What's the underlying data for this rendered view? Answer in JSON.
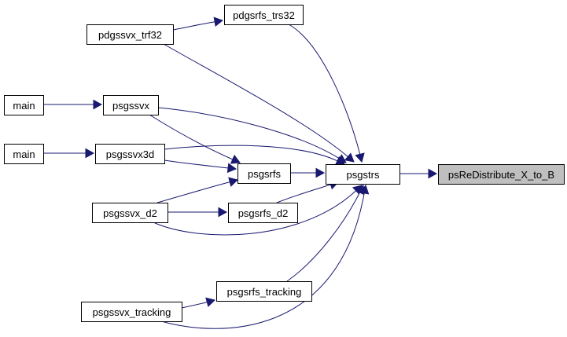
{
  "graph": {
    "edge_color": "#191970",
    "highlight_fill": "#bfbfbf",
    "nodes": [
      {
        "id": "psReDistribute_X_to_B",
        "label": "psReDistribute_X_to_B",
        "highlight": true
      },
      {
        "id": "psgstrs",
        "label": "psgstrs"
      },
      {
        "id": "pdgsrfs_trs32",
        "label": "pdgsrfs_trs32"
      },
      {
        "id": "pdgssvx_trf32",
        "label": "pdgssvx_trf32"
      },
      {
        "id": "psgssvx",
        "label": "psgssvx"
      },
      {
        "id": "main1",
        "label": "main"
      },
      {
        "id": "psgssvx3d",
        "label": "psgssvx3d"
      },
      {
        "id": "main2",
        "label": "main"
      },
      {
        "id": "psgsrfs",
        "label": "psgsrfs"
      },
      {
        "id": "psgssvx_d2",
        "label": "psgssvx_d2"
      },
      {
        "id": "psgsrfs_d2",
        "label": "psgsrfs_d2"
      },
      {
        "id": "psgsrfs_tracking",
        "label": "psgsrfs_tracking"
      },
      {
        "id": "psgssvx_tracking",
        "label": "psgssvx_tracking"
      }
    ],
    "edges": [
      {
        "from": "psgstrs",
        "to": "psReDistribute_X_to_B"
      },
      {
        "from": "pdgsrfs_trs32",
        "to": "psgstrs"
      },
      {
        "from": "pdgssvx_trf32",
        "to": "pdgsrfs_trs32"
      },
      {
        "from": "pdgssvx_trf32",
        "to": "psgstrs"
      },
      {
        "from": "main1",
        "to": "psgssvx"
      },
      {
        "from": "psgssvx",
        "to": "psgstrs"
      },
      {
        "from": "psgssvx",
        "to": "psgsrfs"
      },
      {
        "from": "main2",
        "to": "psgssvx3d"
      },
      {
        "from": "psgssvx3d",
        "to": "psgstrs"
      },
      {
        "from": "psgssvx3d",
        "to": "psgsrfs"
      },
      {
        "from": "psgsrfs",
        "to": "psgstrs"
      },
      {
        "from": "psgssvx_d2",
        "to": "psgsrfs"
      },
      {
        "from": "psgssvx_d2",
        "to": "psgsrfs_d2"
      },
      {
        "from": "psgssvx_d2",
        "to": "psgstrs"
      },
      {
        "from": "psgsrfs_d2",
        "to": "psgstrs"
      },
      {
        "from": "psgsrfs_tracking",
        "to": "psgstrs"
      },
      {
        "from": "psgssvx_tracking",
        "to": "psgsrfs_tracking"
      },
      {
        "from": "psgssvx_tracking",
        "to": "psgstrs"
      }
    ]
  }
}
